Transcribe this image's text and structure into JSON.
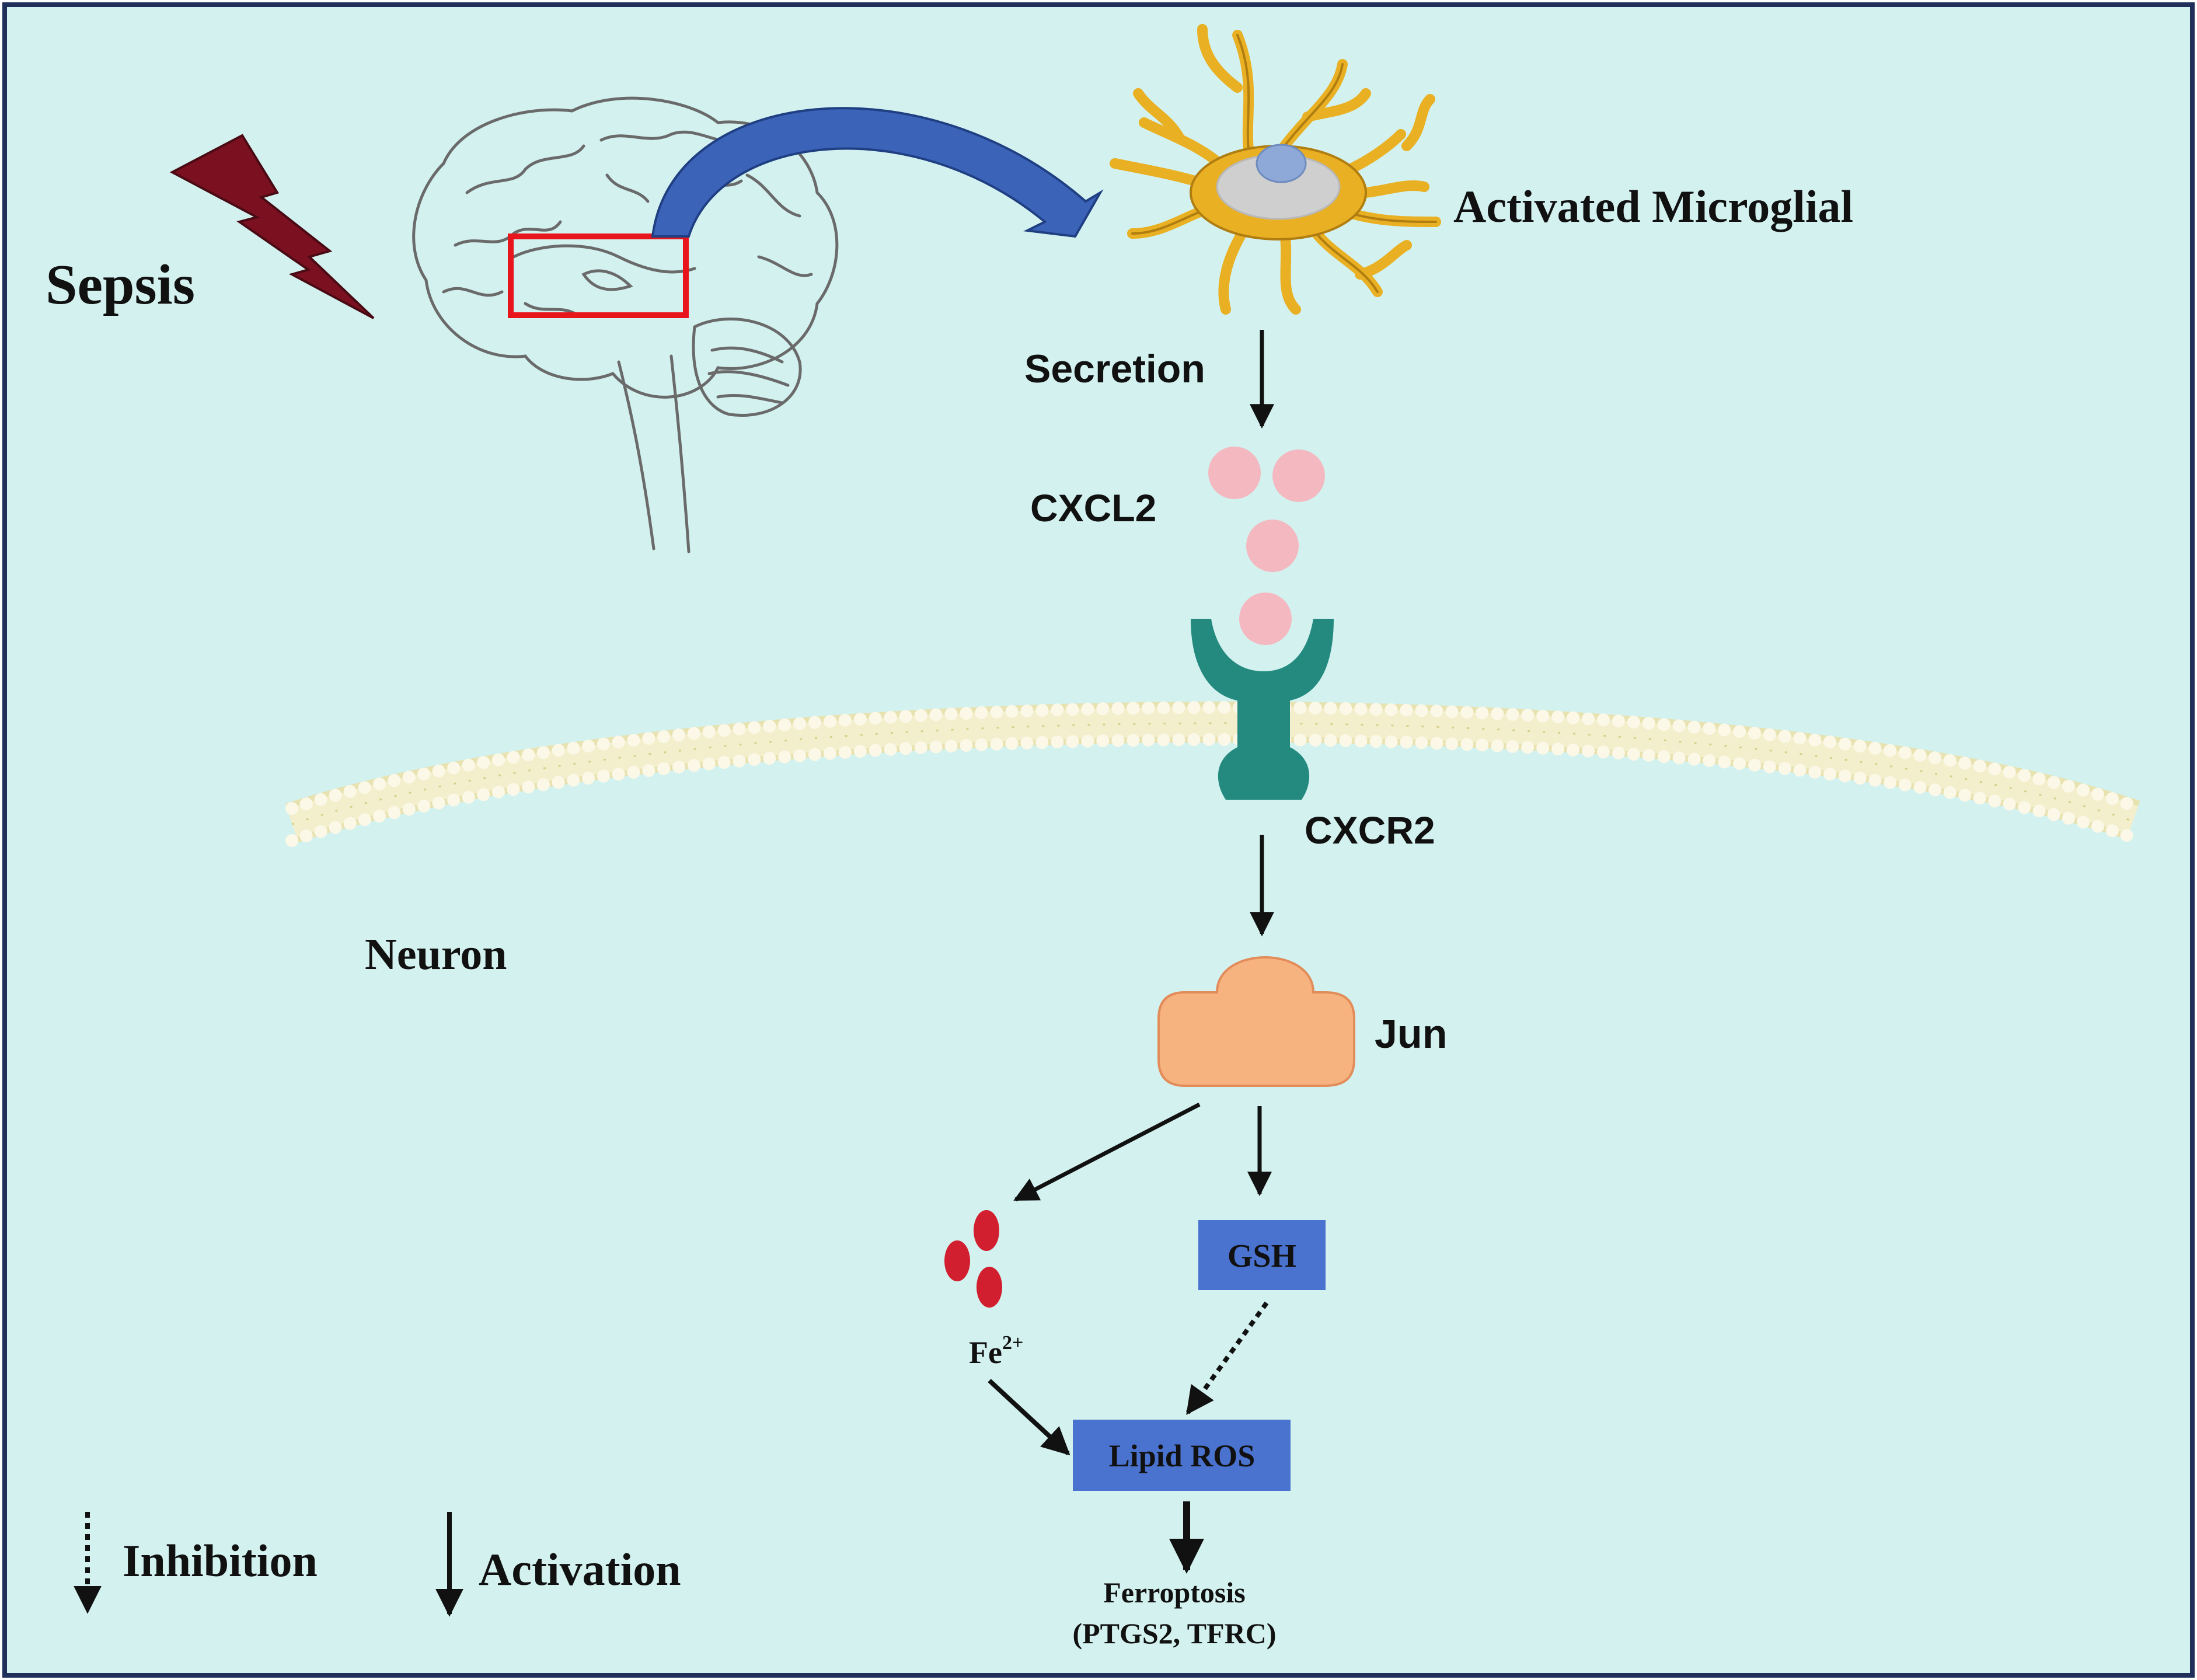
{
  "labels": {
    "sepsis": "Sepsis",
    "activated_microglial": "Activated Microglial",
    "secretion": "Secretion",
    "cxcl2": "CXCL2",
    "cxcr2": "CXCR2",
    "neuron": "Neuron",
    "jun": "Jun",
    "fe_base": "Fe",
    "fe_charge": "2+",
    "gsh": "GSH",
    "lipid_ros": "Lipid ROS",
    "ferroptosis": "Ferroptosis",
    "ferroptosis_markers": "(PTGS2, TFRC)"
  },
  "legend": {
    "inhibition": "Inhibition",
    "activation": "Activation"
  },
  "colors": {
    "background": "#d3f2ef",
    "frame": "#1f2f5a",
    "lightning": "#7a1020",
    "brain_outline": "#6a6a6a",
    "highlight_box": "#e8161c",
    "curved_arrow": "#3b63b8",
    "microglia": "#e9b024",
    "microglia_nucleus": "#8ea9d8",
    "cxcl2": "#f4b8c0",
    "cxcr2": "#248a80",
    "membrane": "#f7f1c8",
    "jun": "#f6b27f",
    "fe": "#d21f2f",
    "gsh_box": "#4a72cf",
    "lipid_ros_box": "#4a72cf"
  }
}
